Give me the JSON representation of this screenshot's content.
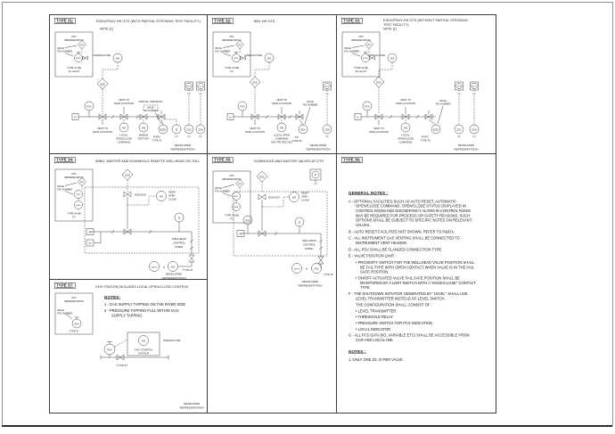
{
  "colors": {
    "ink": "#1b1b1b",
    "background": "#ffffff",
    "frame": "#3c3c3c"
  },
  "common": {
    "pid1": "PID",
    "pid2": "REPRESENTATION",
    "valve": "VALVE",
    "tag_number": "TAG NUMBER",
    "esd": "ESD",
    "hs": "HS",
    "psv": "PSV",
    "n": "N",
    "zi": "ZI",
    "zsc": "ZSC",
    "zsh": "ZSH",
    "zlh": "ZLH",
    "zll": "ZLL",
    "note_ref": "[1]",
    "vent_to": "VENT TO",
    "safe_location": "SAFE LOCATION",
    "open_close": "OPEN/CLOSE",
    "developed": "DEVELOPED",
    "representation": "REPRESENTATION",
    "esd_mos": "ESD MOS",
    "reset": "RESET",
    "open": "OPEN",
    "close": "CLOSE",
    "wellhead": "WELLHEAD",
    "control": "CONTROL",
    "panel": "PANEL",
    "dhsv": "DHSV",
    "ssv": "SSV",
    "or": "or",
    "sv": "SV"
  },
  "type31": {
    "title": "TYPE 31:",
    "desc": "ESDV/PSDV HH GTS (WITH PARTIAL STROKING TEST FACILITY)",
    "note": "NOTE [1]",
    "pid_tag": "ESDV",
    "pid_type": "TYPE 31 [M]",
    "pid_fail": "FL-HH-FO",
    "local1": "LOCAL",
    "local2": "OPEN/CLOSE",
    "local3": "COMMAND",
    "mobile1": "MOBILE",
    "mobile2": "TEST KEY",
    "partial": "PARTIAL STROKING",
    "tag": "ESDV",
    "fail": "FO/FC",
    "typeref": "TYPE 31"
  },
  "type32": {
    "title": "TYPE 32:",
    "desc": "BDV HH GTS",
    "pid_tag": "BDV",
    "pid_type": "TYPE 32 [M]",
    "pid_fail": "FO",
    "local1": "LOCAL OPEN",
    "local2": "COMMAND",
    "local3": "KEY PROTECTED",
    "tag": "BDV",
    "fail": "FO",
    "typeref": "TYPE 32"
  },
  "type33": {
    "title": "TYPE 33:",
    "desc1": "ESDV/PSDV HH GTS (WITHOUT PARTIAL STROKING",
    "desc2": "TEST FACILITY)",
    "note": "NOTE [1]",
    "pid_tag": "ESDV",
    "pid_type": "TYPE 33 [M]",
    "pid_fail": "FO-HH-FC",
    "local1": "LOCAL",
    "local2": "OPEN/CLOSE",
    "local3": "COMMAND",
    "tag": "ESDV",
    "fail": "FO/FC",
    "typeref": "TYPE 33"
  },
  "type34": {
    "title": "TYPE 34:",
    "desc": "WING, MASTER AND DOWNHOLE REMOTE WELLHEAD ON THLL",
    "pid_tag1": "SSV",
    "pid_tag2": "DHSV",
    "pid_type": "TYPE 34 [M]",
    "pid_fail": "FC",
    "typeref": "TYPE 34"
  },
  "type35": {
    "title": "TYPE 35:",
    "desc": "DOWNHOLE AND MASTER VALVES AT GTS",
    "pid_tag1": "SSV",
    "pid_tag2": "DHSV",
    "pid_type": "TYPE 35 [M]",
    "pid_fail": "FC",
    "typeref": "TYPE 35"
  },
  "type36": {
    "title": "TYPE 36:",
    "gn_title": "GENERAL NOTES :",
    "a": "A - OPTIONAL FACILITIES SUCH AS AUTO RESET, AUTOMATIC OPEN/CLOSE COMMAND, OPEN/CLOSE STATUS DISPLAYED IN CONTROL ROOM AND DISCREPANCY ALARM IN CONTROL ROOM MAY BE REQUIRED FOR PROCESS OR SAFETY REASONS. SUCH OPTIONS SHALL BE SUBJECT TO SPECIFIC NOTES ON RELEVANT VALVES.",
    "b": "B - AUTO RESET FACILITIES NOT SHOWN, REFER TO P&ID's.",
    "c": "C - ALL INSTRUMENT GAS VENTING SHALL BE CONNECTED TO INSTRUMENT VENT HEADER.",
    "d": "D - ALL PSV SHALL BE FLANGED CONNECTION TYPE.",
    "e": "E - VALVE POSITION LIMIT :",
    "e1": "• PROXIMITY SWITCH FOR THE WELLHEAD VALVE POSITION SHALL BE FAIL TYPE WITH OPEN CONTACT WHEN VALVE IS IN THE FAIL SAFE POSITION.",
    "e2": "• ON/OFF ACTUATED VALVE FAIL SAFE POSITION SHALL BE MONITORED BY A LIMIT SWITCH WITH A \"MAKE/CLOSE\" CONTACT TYPE.",
    "f": "F - THE SHUTDOWN INITIATOR GENERATED BY \"LEVEL\" SHALL USE LEVEL TRANSMITTER INSTEAD OF LEVEL SWITCH.",
    "f2": "THE CONFIGURATION SHALL CONSIST OF :",
    "f3": "• LEVEL TRANSMITTER",
    "f4": "• THRESHOLD RELAY",
    "f5": "• PRESSURE SWITCH FOR PCS INDICATION",
    "f6": "• LOCAL INDICATOR",
    "g": "G - ALL PCS DATA (I/O, VARIABLE ETC) SHALL BE ACCESSIBLE FROM CCR AND LOCAL HMI.",
    "notes_title": "NOTES :",
    "n1": "1. ONLY ONE ZS, ZI PER VALVE"
  },
  "type37": {
    "title": "TYPE 37:",
    "desc": "GHV STATION INCLUDES LOCAL OPEN/CLOSE CONTROL",
    "pid_tag": "GHV",
    "pid_type": "TYPE 37",
    "notes_title": "NOTES:",
    "n1": "1 - GAS SUPPLY TAPPING ON THE RIVER SIDE",
    "n2": "2 - PRESSURE TAPPING FULL WITHIN GAS SUPPLY TAPPING",
    "station1": "GHV CONTROL",
    "station2": "STATION",
    "tag": "GHV",
    "typeref": "TYPE 37"
  }
}
